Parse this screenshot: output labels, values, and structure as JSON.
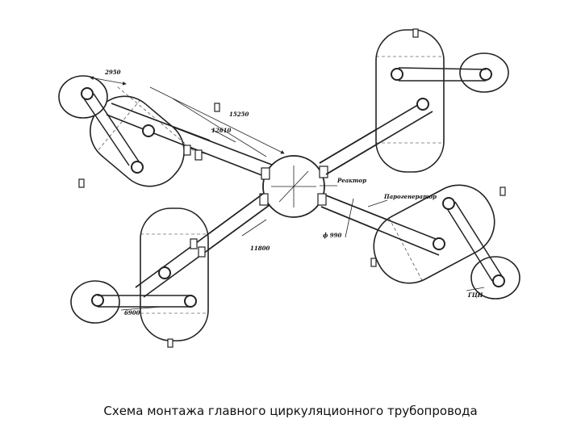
{
  "caption": "Схема монтажа главного циркуляционного трубопровода",
  "labels": {
    "reactor": "Реактор",
    "steam_generator": "Парогенератор",
    "pump": "ГЦН",
    "d1": "2950",
    "d2": "15250",
    "d3": "12610",
    "d4": "11800",
    "d5": "6900",
    "diam": "ф 990"
  }
}
